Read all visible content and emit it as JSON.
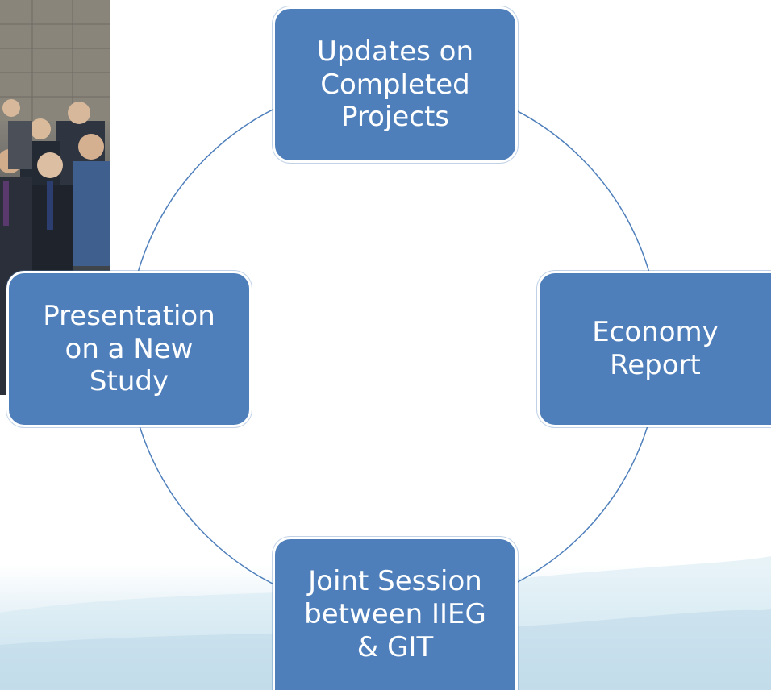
{
  "cycle": {
    "nodes": [
      {
        "position": "top",
        "label": "Updates on\nCompleted\nProjects"
      },
      {
        "position": "right",
        "label": "Economy\nReport"
      },
      {
        "position": "bottom",
        "label": "Joint Session\nbetween IIEG\n& GIT"
      },
      {
        "position": "left",
        "label": "Presentation\non  a New\nStudy"
      }
    ],
    "node_color": "#4e7fbb",
    "connector_color": "#4e7fbb"
  },
  "photo": {
    "subject": "group-photo"
  }
}
